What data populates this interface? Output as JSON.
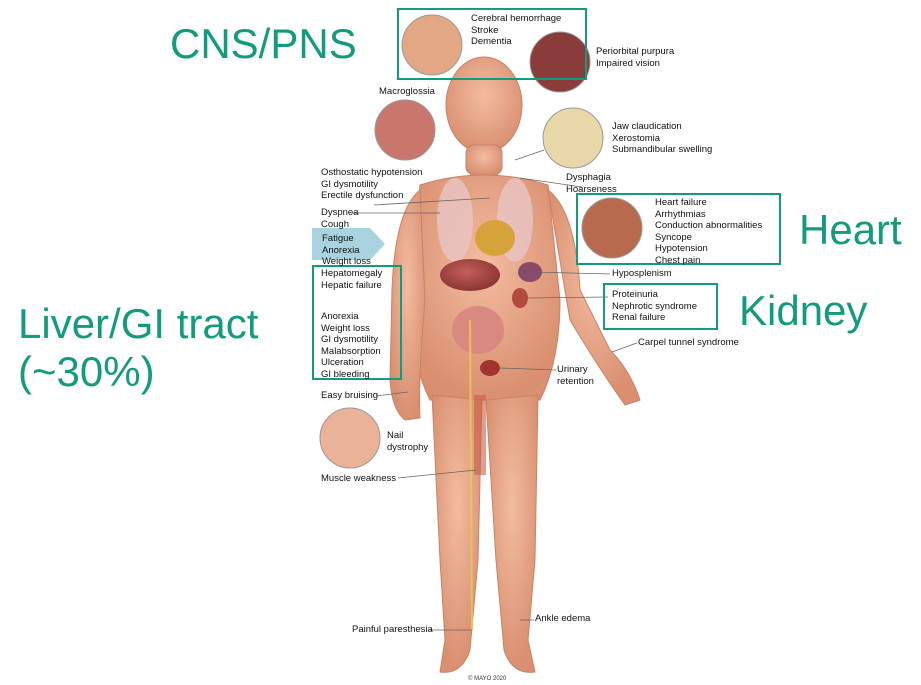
{
  "headings": {
    "cns": "CNS/PNS",
    "heart": "Heart",
    "kidney": "Kidney",
    "liver_line1": "Liver/GI tract",
    "liver_line2": "(~30%)"
  },
  "labels": {
    "brain": [
      "Cerebral hemorrhage",
      "Stroke",
      "Dementia"
    ],
    "eye": [
      "Periorbital purpura",
      "Impaired vision"
    ],
    "tongue": [
      "Macroglossia"
    ],
    "jaw": [
      "Jaw claudication",
      "Xerostomia",
      "Submandibular swelling"
    ],
    "autonomic": [
      "Osthostatic hypotension",
      "GI dysmotility",
      "Erectile dysfunction"
    ],
    "throat": [
      "Dysphagia",
      "Hoarseness"
    ],
    "lung": [
      "Dyspnea",
      "Cough"
    ],
    "constitutional": [
      "Fatigue",
      "Anorexia",
      "Weight loss"
    ],
    "heart": [
      "Heart failure",
      "Arrhythmias",
      "Conduction abnormalities",
      "Syncope",
      "Hypotension",
      "Chest pain"
    ],
    "liver": [
      "Hepatomegaly",
      "Hepatic failure"
    ],
    "spleen": [
      "Hyposplenism"
    ],
    "kidney": [
      "Proteinuria",
      "Nephrotic syndrome",
      "Renal failure"
    ],
    "gi": [
      "Anorexia",
      "Weight loss",
      "GI dysmotility",
      "Malabsorption",
      "Ulceration",
      "GI bleeding"
    ],
    "wrist": [
      "Carpel tunnel syndrome"
    ],
    "bladder": [
      "Urinary",
      "retention"
    ],
    "skin": [
      "Easy bruising"
    ],
    "nail": [
      "Nail",
      "dystrophy"
    ],
    "muscle": [
      "Muscle weakness"
    ],
    "ankle": [
      "Ankle edema"
    ],
    "nerve": [
      "Painful paresthesia"
    ]
  },
  "copyright": "© MAYO 2020",
  "colors": {
    "accent": "#139b7e",
    "skin": "#e9a98a",
    "organ": "#a5453f",
    "arrow": "#a9d3de"
  }
}
